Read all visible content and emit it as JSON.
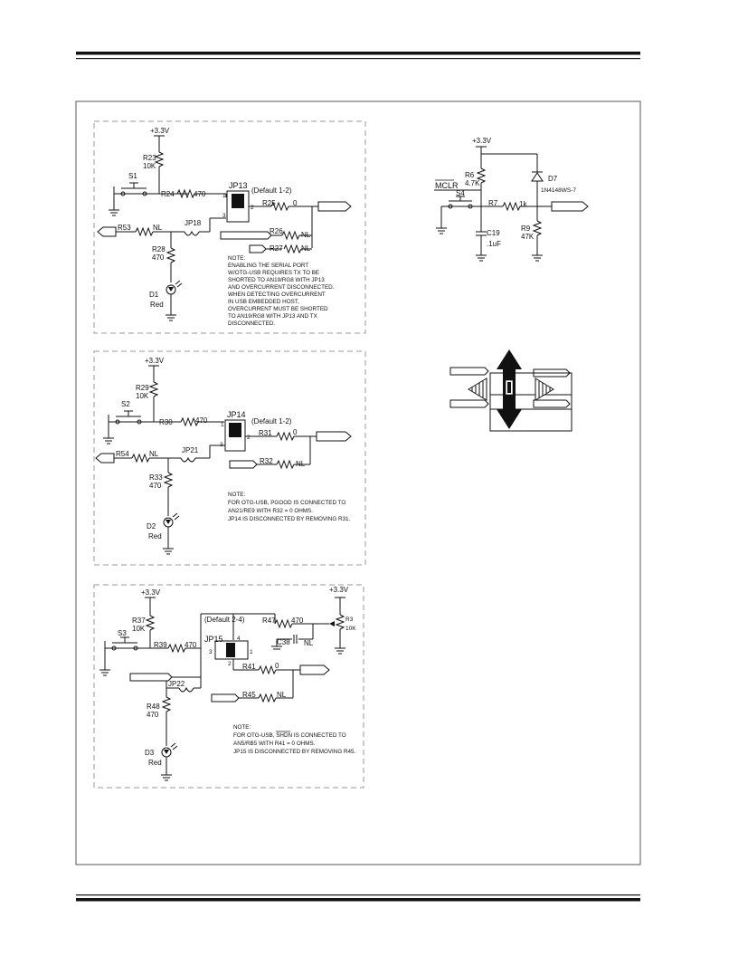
{
  "nets": {
    "vcc": "+3.3V"
  },
  "block1": {
    "r23": "R23",
    "r23_val": "10K",
    "s1": "S1",
    "r24": "R24",
    "r24_val": "470",
    "jp13": "JP13",
    "jp13_default": "(Default 1-2)",
    "pin1": "1",
    "pin2": "2",
    "pin3": "3",
    "r25": "R25",
    "r25_val": "0",
    "r26": "R26",
    "r26_val": "NL",
    "r27": "R27",
    "r27_val": "NL",
    "r53": "R53",
    "r53_val": "NL",
    "jp18": "JP18",
    "r28": "R28",
    "r28_val": "470",
    "d1": "D1",
    "d1_color": "Red",
    "note": [
      "NOTE:",
      "ENABLING THE SERIAL PORT",
      "W/OTG-USB REQUIRES TX TO BE",
      "SHORTED TO AN19/RG8 WITH JP13",
      "AND OVERCURRENT DISCONNECTED.",
      "WHEN DETECTING OVERCURRENT",
      "IN USB EMBEDDED HOST,",
      "OVERCURRENT MUST BE SHORTED",
      "TO AN19/RG8 WITH JP13 AND TX",
      "DISCONNECTED."
    ]
  },
  "block2": {
    "r29": "R29",
    "r29_val": "10K",
    "s2": "S2",
    "r30": "R30",
    "r30_val": "470",
    "jp14": "JP14",
    "jp14_default": "(Default 1-2)",
    "pin1": "1",
    "pin2": "2",
    "pin3": "3",
    "r31": "R31",
    "r31_val": "0",
    "r32": "R32",
    "r32_val": "NL",
    "r54": "R54",
    "r54_val": "NL",
    "jp21": "JP21",
    "r33": "R33",
    "r33_val": "470",
    "d2": "D2",
    "d2_color": "Red",
    "note": [
      "NOTE:",
      "FOR OTG-USB, PGOOD IS CONNECTED TO",
      "AN21/RE9 WITH R32 = 0 OHMS.",
      "JP14 IS DISCONNECTED BY REMOVING R31."
    ]
  },
  "block3": {
    "r37": "R37",
    "r37_val": "10K",
    "s3": "S3",
    "r39": "R39",
    "r39_val": "470",
    "jp15": "JP15",
    "jp15_default": "(Default 2-4)",
    "pin4": "4",
    "pin3": "3",
    "pin1": "1",
    "pin2": "2",
    "r47": "R47",
    "r47_val": "470",
    "r3": "R3",
    "r3_val": "10K",
    "c38": "C38",
    "c38_val": "NL",
    "r41": "R41",
    "r41_val": "0",
    "r45": "R45",
    "r45_val": "NL",
    "jp22": "JP22",
    "r48": "R48",
    "r48_val": "470",
    "d3": "D3",
    "d3_color": "Red",
    "note": [
      "NOTE:",
      "FOR OTG-USB, SHDN IS CONNECTED TO",
      "AN5/RB5 WITH R41 = 0 OHMS.",
      "JP15 IS DISCONNECTED BY REMOVING R45."
    ],
    "note_overline": "SHDN"
  },
  "reset": {
    "r6": "R6",
    "r6_val": "4.7K",
    "mclr": "MCLR",
    "s4": "S4",
    "r7": "R7",
    "r7_val": "1k",
    "c19": "C19",
    "c19_val": ".1uF",
    "d7": "D7",
    "d7_part": "1N4148WS-7",
    "r9": "R9",
    "r9_val": "47K"
  }
}
